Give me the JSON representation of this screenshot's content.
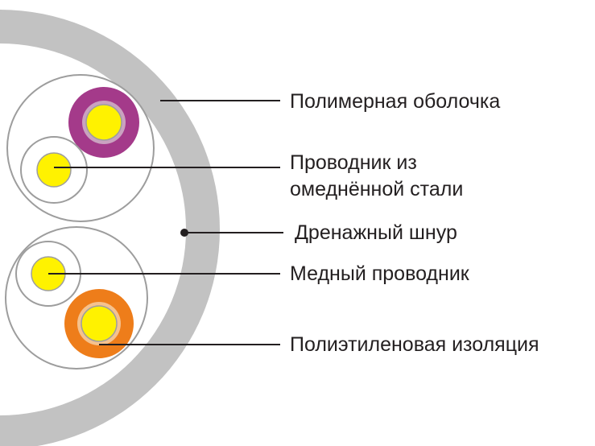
{
  "labels": {
    "sheath": "Полимерная оболочка",
    "steel_conductor_line1": "Проводник из",
    "steel_conductor_line2": "омеднённой стали",
    "drain_wire": "Дренажный шнур",
    "copper_conductor": "Медный проводник",
    "pe_insulation": "Полиэтиленовая изоляция"
  },
  "colors": {
    "sheath": "#c2c2c2",
    "thin_rings": "#9d9d9d",
    "conductor": "#fff200",
    "conductor_outline": "#9e9e9e",
    "magenta_insulation": "#a43a8a",
    "magenta_insulation_ring": "#caa2c0",
    "orange_insulation": "#ee7d1a",
    "orange_insulation_ring": "#f5c28e",
    "leader_lines": "#231f20",
    "text": "#231f20"
  }
}
